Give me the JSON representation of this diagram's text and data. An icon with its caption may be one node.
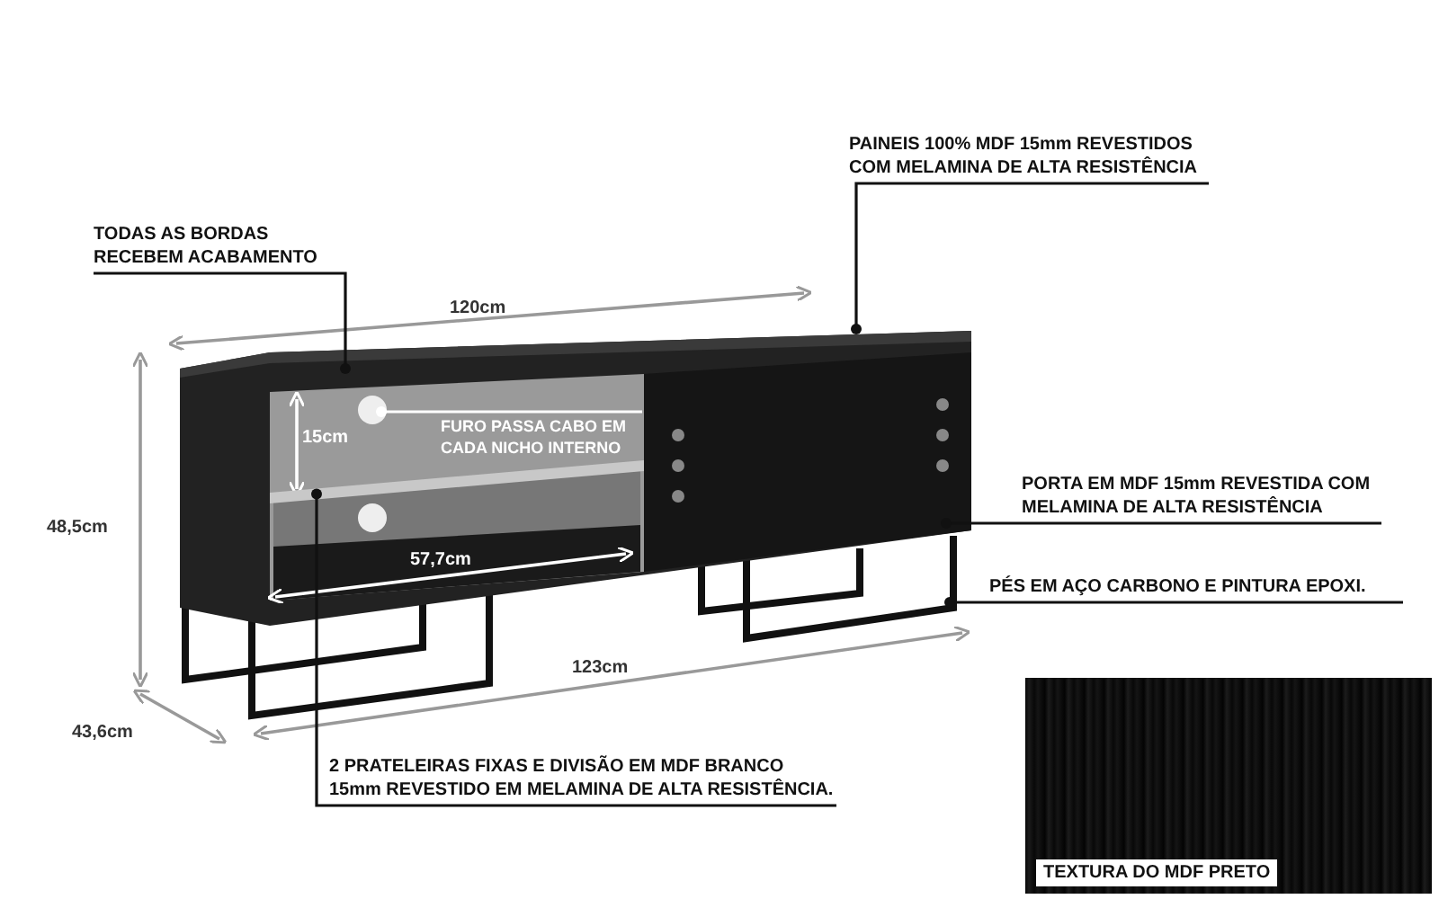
{
  "diagram": {
    "nodes": [
      {
        "text": [
          "TODAS AS BORDAS RECEBEM ACABAMENTO"
        ]
      },
      {
        "text": [
          "PAINEIS 100% MDF 15mm REVESTIDOS COM MELAMINA DE ALTA RESISTÊNCIA"
        ]
      },
      {
        "text": [
          "FURO PASSA CABO EM CADA NICHO INTERNO"
        ]
      },
      {
        "text": [
          "PORTA EM MDF 15mm REVESTIDA COM MELAMINA DE ALTA RESISTÊNCIA"
        ]
      },
      {
        "text": [
          "PÉS EM AÇO CARBONO E PINTURA EPOXI."
        ]
      },
      {
        "text": [
          "2 PRATELEIRAS FIXAS E DIVISÃO EM MDF BRANCO 15mm REVESTIDO EM MELAMINA DE ALTA RESISTÊNCIA."
        ]
      },
      {
        "text": [
          "TEXTURA DO MDF PRETO"
        ]
      },
      {
        "text": [],
        "shape": "bar"
      }
    ],
    "edges": [
      {
        "from": 0,
        "to": null,
        "arrow": "other"
      },
      {
        "from": 1,
        "to": null,
        "arrow": "other"
      },
      {
        "from": 2,
        "to": null,
        "arrow": "other",
        "color": "#ffffff"
      },
      {
        "from": 3,
        "to": null,
        "arrow": "other"
      },
      {
        "from": 4,
        "to": null,
        "arrow": "other"
      },
      {
        "from": 5,
        "to": 7,
        "arrow": "other"
      }
    ],
    "labels": [
      "120cm",
      "15cm",
      "48,5cm",
      "57,7cm",
      "123cm",
      "43,6cm"
    ]
  }
}
